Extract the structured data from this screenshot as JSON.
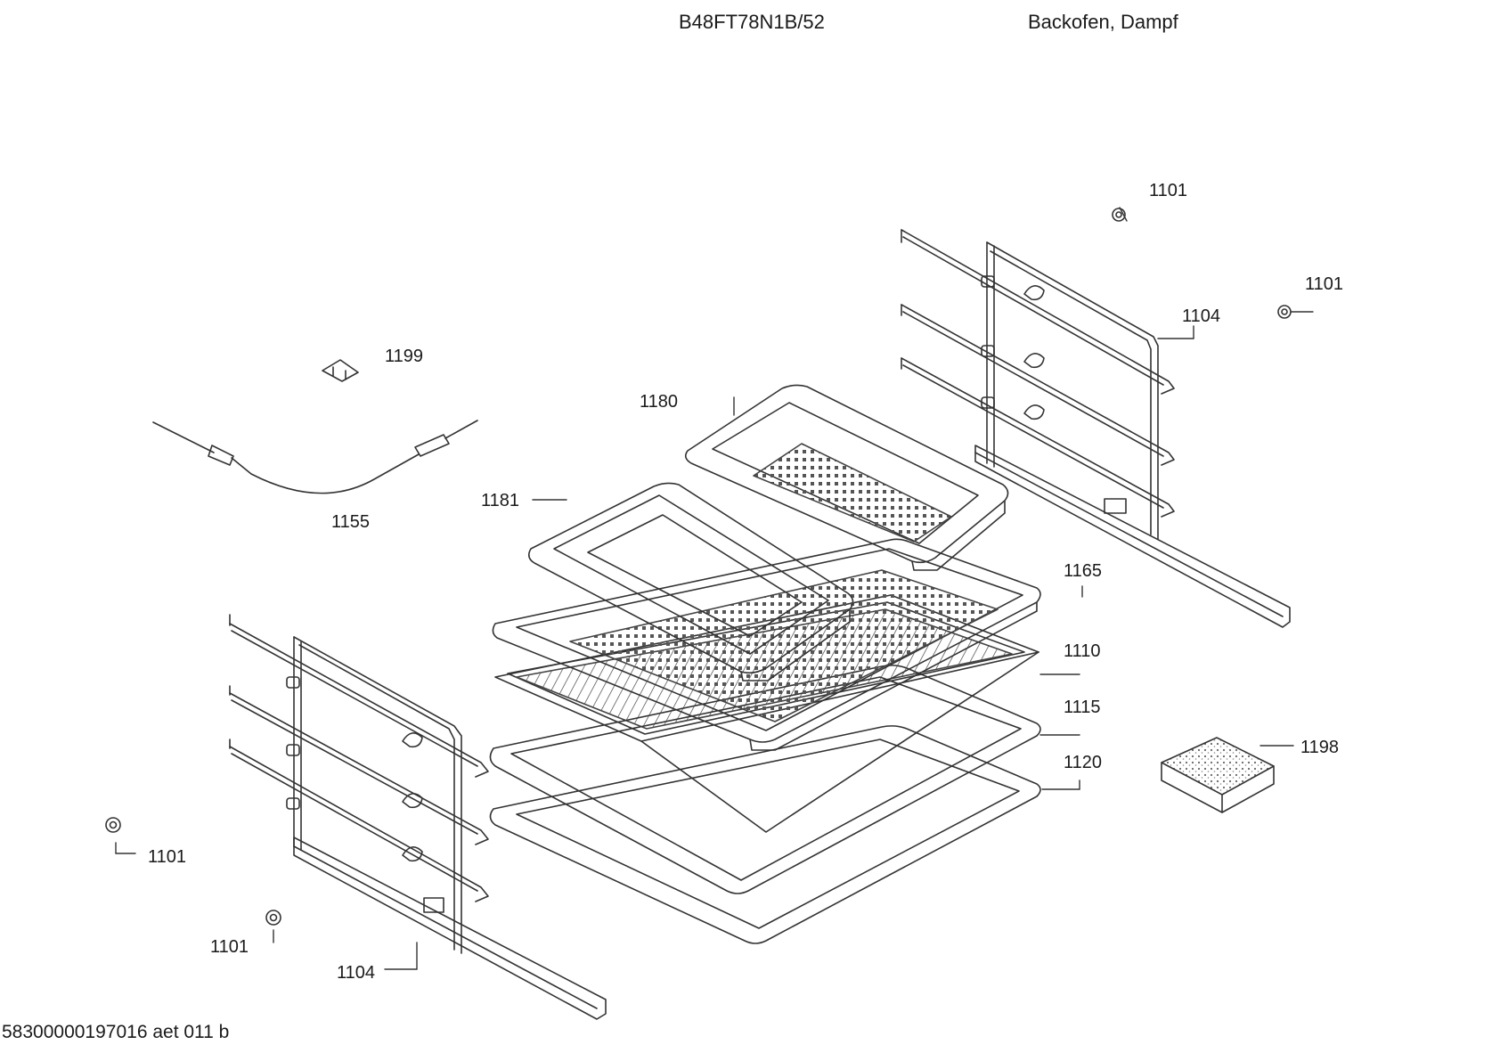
{
  "header": {
    "model": "B48FT78N1B/52",
    "description": "Backofen, Dampf"
  },
  "footer": {
    "doc_number": "58300000197016 aet 011 b"
  },
  "callouts": [
    {
      "id": "1101-top",
      "text": "1101"
    },
    {
      "id": "1101-right",
      "text": "1101"
    },
    {
      "id": "1104-right",
      "text": "1104"
    },
    {
      "id": "1199",
      "text": "1199"
    },
    {
      "id": "1180",
      "text": "1180"
    },
    {
      "id": "1181",
      "text": "1181"
    },
    {
      "id": "1155",
      "text": "1155"
    },
    {
      "id": "1165",
      "text": "1165"
    },
    {
      "id": "1110",
      "text": "1110"
    },
    {
      "id": "1115",
      "text": "1115"
    },
    {
      "id": "1198",
      "text": "1198"
    },
    {
      "id": "1120",
      "text": "1120"
    },
    {
      "id": "1101-left",
      "text": "1101"
    },
    {
      "id": "1101-bottom",
      "text": "1101"
    },
    {
      "id": "1104-left",
      "text": "1104"
    }
  ]
}
